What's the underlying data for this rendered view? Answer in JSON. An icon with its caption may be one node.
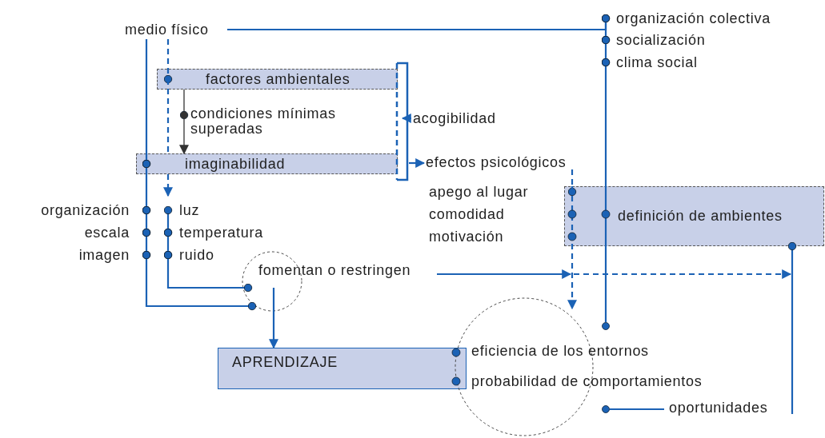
{
  "diagram": {
    "nodes": [
      {
        "text": [
          "medio físico"
        ]
      },
      {
        "text": [
          "organización colectiva"
        ]
      },
      {
        "text": [
          "socialización"
        ]
      },
      {
        "text": [
          "clima social"
        ]
      },
      {
        "text": [
          "factores ambientales"
        ]
      },
      {
        "text": [
          "condiciones mínimas superadas"
        ]
      },
      {
        "text": [
          "acogibilidad"
        ]
      },
      {
        "text": [
          "imaginabilidad"
        ]
      },
      {
        "text": [],
        "shape": "bar"
      },
      {
        "text": [
          "efectos psicológicos"
        ]
      },
      {
        "text": [
          "definición de ambientes"
        ]
      },
      {
        "text": [
          "organización"
        ]
      },
      {
        "text": [
          "escala"
        ]
      },
      {
        "text": [
          "imagen"
        ]
      },
      {
        "text": [
          "luz"
        ]
      },
      {
        "text": [
          "temperatura"
        ]
      },
      {
        "text": [
          "ruido"
        ]
      },
      {
        "text": [
          "fomentan o restringen"
        ]
      },
      {
        "text": [],
        "shape": "circle"
      },
      {
        "text": [
          "APRENDIZAJE"
        ]
      },
      {
        "text": [],
        "shape": "circle"
      },
      {
        "text": [
          "oportunidades"
        ]
      },
      {
        "text": [],
        "shape": "dot"
      },
      {
        "text": [],
        "shape": "dot"
      }
    ],
    "edges": [
      {
        "from": 0,
        "to": 1,
        "arrow": "other"
      },
      {
        "from": 1,
        "to": 2,
        "arrow": "other"
      },
      {
        "from": 2,
        "to": 3,
        "arrow": "other"
      },
      {
        "from": 3,
        "to": 10,
        "arrow": "other"
      },
      {
        "from": 10,
        "to": 22,
        "arrow": "none"
      },
      {
        "from": 0,
        "to": 7,
        "arrow": "other"
      },
      {
        "from": 7,
        "to": 11,
        "arrow": "other"
      },
      {
        "from": 11,
        "to": 12,
        "arrow": "other"
      },
      {
        "from": 12,
        "to": 13,
        "arrow": "other"
      },
      {
        "from": 13,
        "to": 18,
        "arrow": "other"
      },
      {
        "from": 0,
        "to": 4,
        "arrow": "other",
        "style": "dashed"
      },
      {
        "from": 4,
        "to": 7,
        "arrow": "none",
        "style": "dashed"
      },
      {
        "from": 7,
        "to": 14,
        "arrow": "to",
        "style": "dashed"
      },
      {
        "from": 4,
        "to": 5,
        "arrow": "other",
        "color": "#333333"
      },
      {
        "from": 5,
        "to": 7,
        "arrow": "to",
        "color": "#333333"
      },
      {
        "from": 14,
        "to": 15,
        "arrow": "other"
      },
      {
        "from": 15,
        "to": 16,
        "arrow": "other"
      },
      {
        "from": 16,
        "to": 17,
        "arrow": "other"
      },
      {
        "from": 6,
        "to": 8,
        "arrow": "to"
      },
      {
        "from": 8,
        "to": 9,
        "arrow": "to"
      },
      {
        "from": 17,
        "to": null,
        "arrow": "to"
      },
      {
        "from": 10,
        "to": 21,
        "arrow": "other"
      },
      {
        "from": 9,
        "to": 10,
        "arrow": "other",
        "style": "dashed"
      },
      {
        "from": 10,
        "to": 20,
        "arrow": "to",
        "style": "dashed"
      },
      {
        "from": 18,
        "to": 19,
        "arrow": "to"
      },
      {
        "from": 21,
        "to": 23,
        "arrow": "none"
      }
    ],
    "labels": [
      "apego al lugar",
      "comodidad",
      "motivación",
      "eficiencia de los entornos",
      "probabilidad de comportamientos"
    ]
  }
}
